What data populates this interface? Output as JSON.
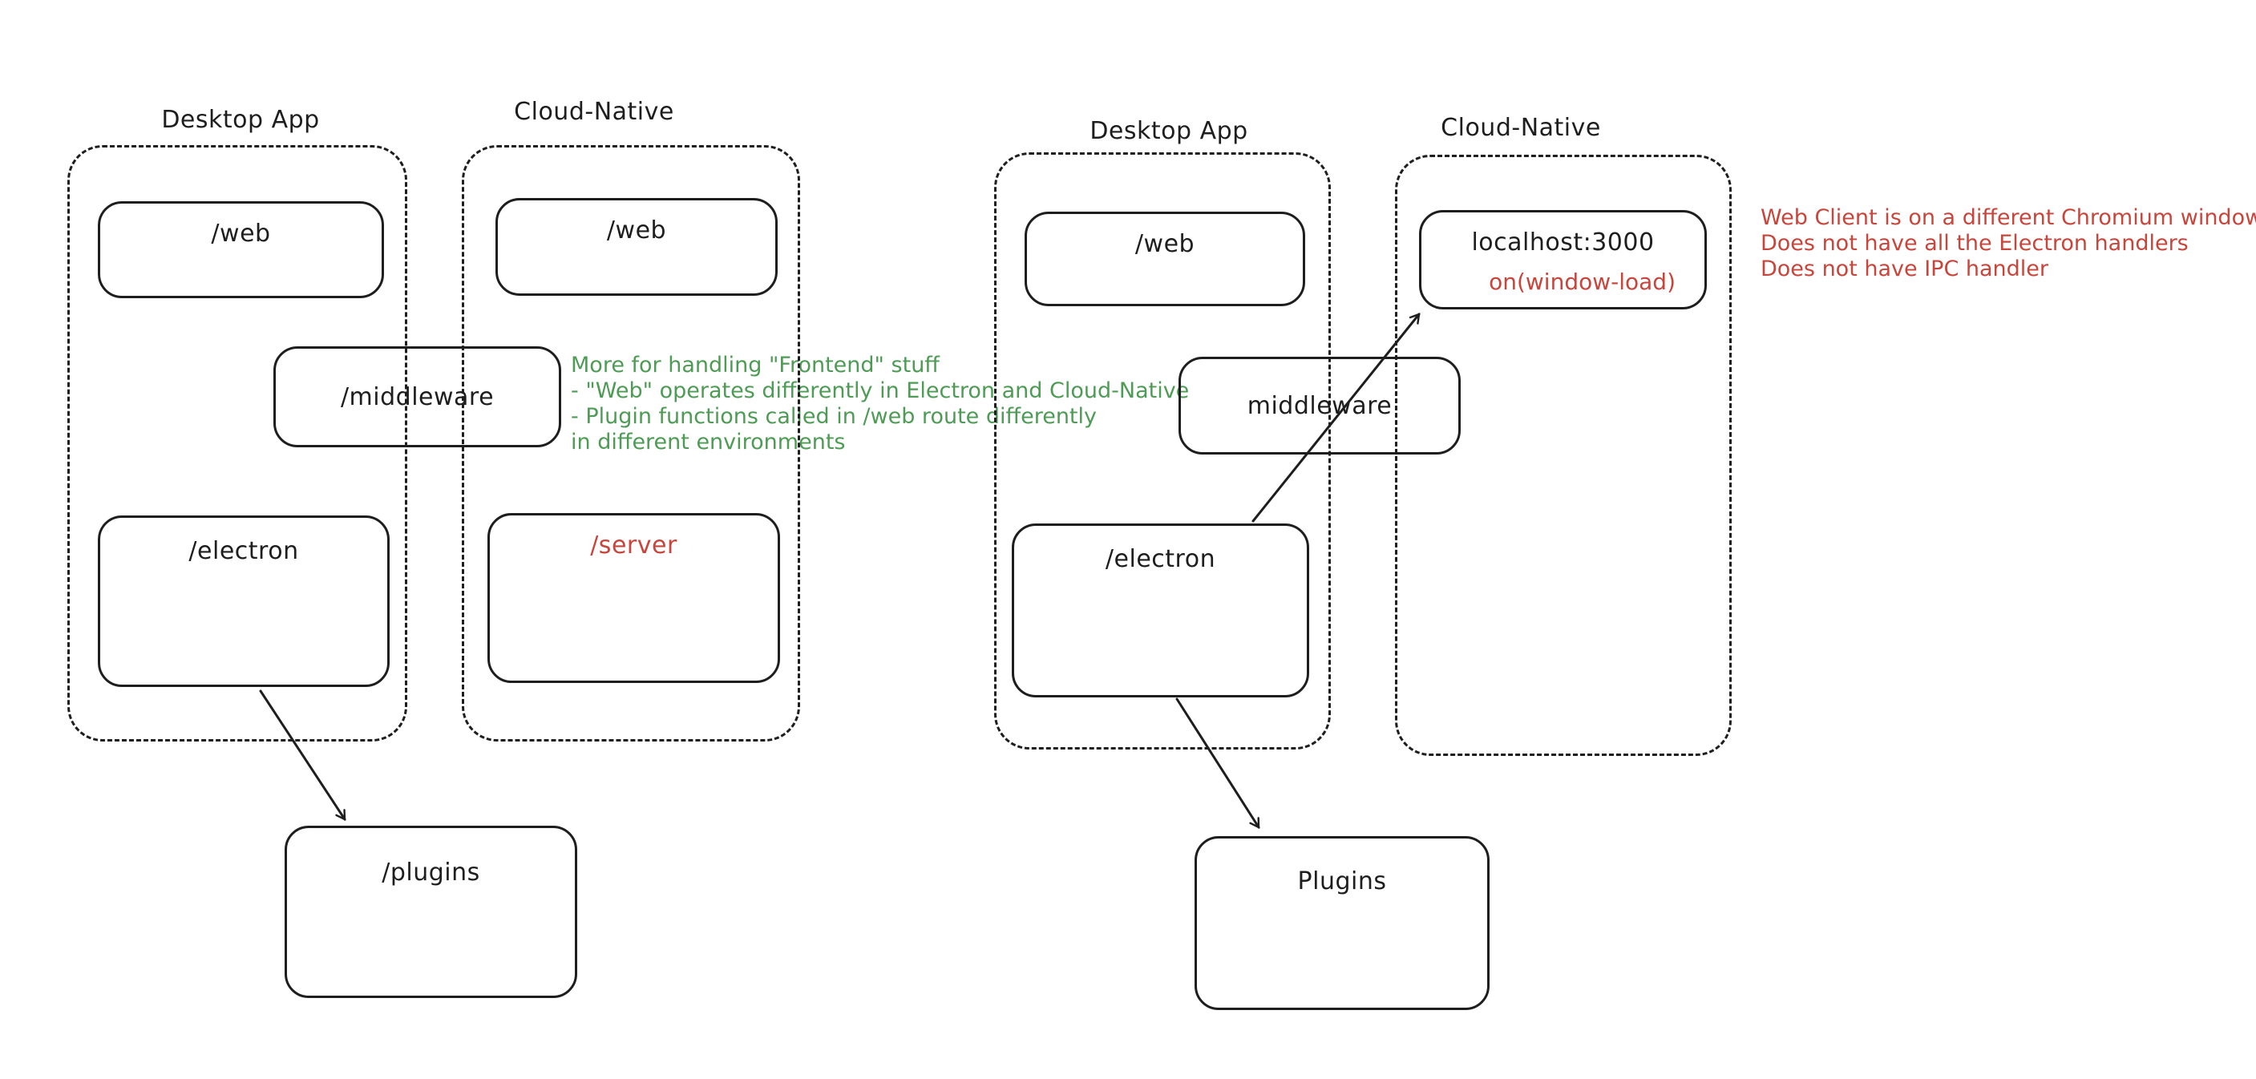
{
  "palette": {
    "stroke": "#1e1e1e",
    "red": "#c8453c",
    "green": "#4e9b55",
    "background": "#ffffff"
  },
  "left_diagram": {
    "desktop": {
      "title": "Desktop App",
      "web_label": "/web",
      "middleware_label": "/middleware",
      "electron_label": "/electron"
    },
    "cloud": {
      "title": "Cloud-Native",
      "web_label": "/web",
      "server_label": "/server"
    },
    "plugins_label": "/plugins"
  },
  "right_diagram": {
    "desktop": {
      "title": "Desktop App",
      "web_label": "/web",
      "middleware_label": "middleware",
      "electron_label": "/electron"
    },
    "cloud": {
      "title": "Cloud-Native",
      "localhost_label": "localhost:3000",
      "window_load_label": "on(window-load)"
    },
    "plugins_label": "Plugins"
  },
  "annotations": {
    "green_note": {
      "line1": "More for handling \"Frontend\" stuff",
      "line2": "- \"Web\" operates differently in Electron and Cloud-Native",
      "line3": "- Plugin functions called in /web route differently",
      "line4": "in different environments"
    },
    "red_note": {
      "line1": "Web Client is on a different Chromium window",
      "line2": "Does not have all the Electron handlers",
      "line3": "Does not have IPC handler"
    }
  },
  "arrows": [
    "left-electron-to-plugins",
    "right-electron-to-localhost",
    "right-electron-to-plugins"
  ]
}
